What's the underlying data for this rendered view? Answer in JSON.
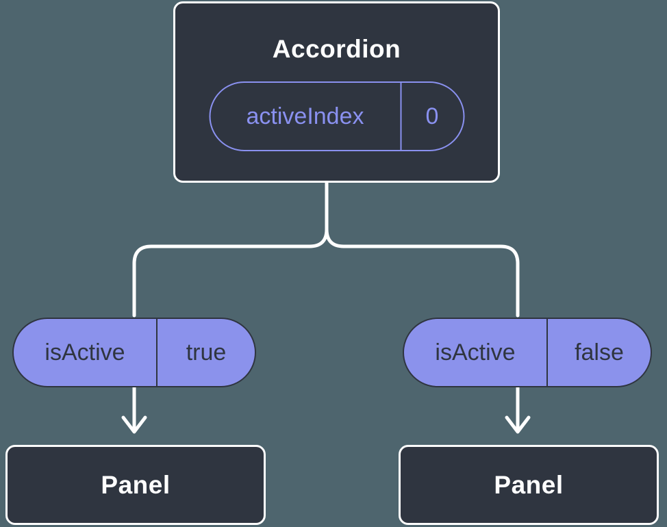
{
  "colors": {
    "background": "#4E656E",
    "node_fill": "#2F3540",
    "node_border": "#FFFFFF",
    "accent_purple": "#8A91F0",
    "pill_fill": "#8B92EC",
    "pill_text": "#2F3540",
    "connector": "#FFFFFF"
  },
  "root_node": {
    "title": "Accordion",
    "prop_name": "activeIndex",
    "prop_value": "0"
  },
  "branches": [
    {
      "prop_name": "isActive",
      "prop_value": "true",
      "child_title": "Panel"
    },
    {
      "prop_name": "isActive",
      "prop_value": "false",
      "child_title": "Panel"
    }
  ]
}
